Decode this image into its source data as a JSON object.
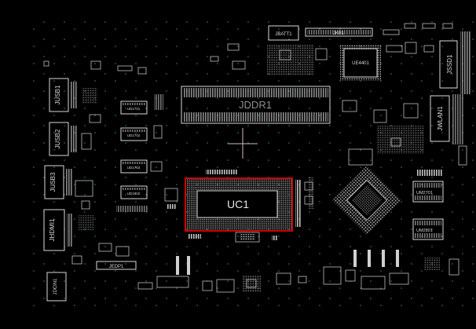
{
  "board": {
    "components": {
      "jddr1": "JDDR1",
      "uc1": "UC1",
      "jbatt1": "JBATT1",
      "jkb1": "JKB1",
      "ue4401": "UE4401",
      "jssd1": "JSSD1",
      "jwlan1": "JWLAN1",
      "jusb1": "JUSB1",
      "jusb2": "JUSB2",
      "jusb3": "JUSB3",
      "jhdmi1": "JHDMI1",
      "jdcin1": "JDCIN1",
      "jedp1": "JEDP1",
      "um2701": "UM2701",
      "um2801": "UM2801",
      "ud1701": "UD1701",
      "ud1702": "UD1702",
      "ud1703": "UD1703",
      "ud1802": "UD1802"
    },
    "colors": {
      "background": "#000000",
      "silkscreen": "#d9d9d9",
      "highlight": "#d00000",
      "via": "#2fa3a3"
    }
  }
}
